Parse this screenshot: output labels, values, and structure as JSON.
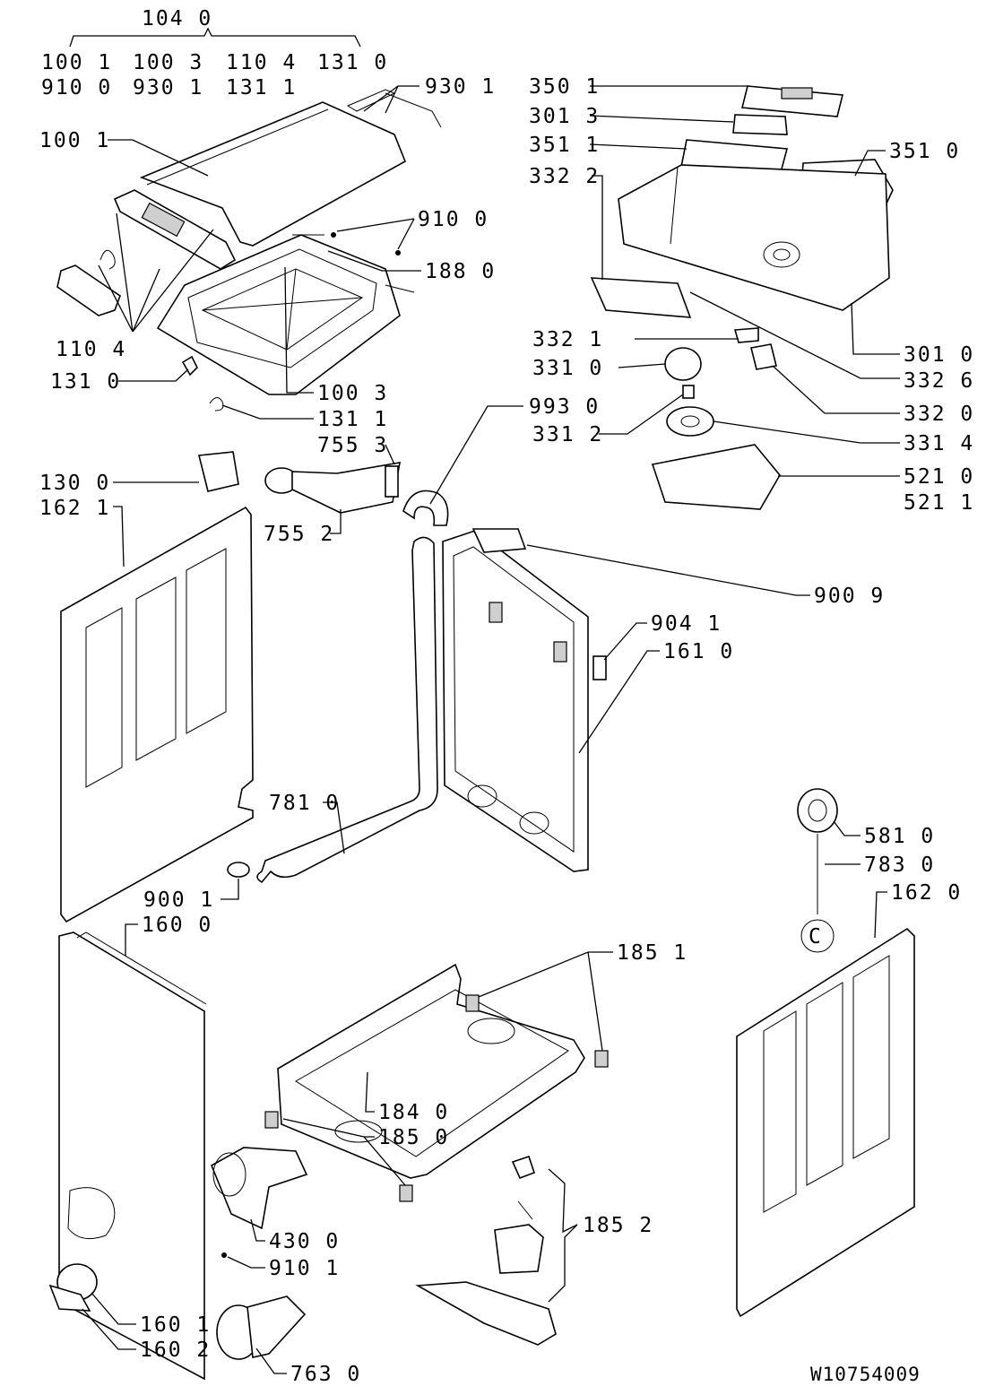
{
  "diagram": {
    "drawing_number": "W10754009",
    "group_label": "104 0",
    "group_members": [
      "100 1",
      "100 3",
      "110 4",
      "131 0",
      "910 0",
      "930 1",
      "131 1"
    ],
    "labels": [
      {
        "id": "l9301",
        "text": "930 1"
      },
      {
        "id": "l1001",
        "text": "100 1"
      },
      {
        "id": "l9100",
        "text": "910 0"
      },
      {
        "id": "l1880",
        "text": "188 0"
      },
      {
        "id": "l1104",
        "text": "110 4"
      },
      {
        "id": "l1310",
        "text": "131 0"
      },
      {
        "id": "l1003",
        "text": "100 3"
      },
      {
        "id": "l1311",
        "text": "131 1"
      },
      {
        "id": "l7553",
        "text": "755 3"
      },
      {
        "id": "l1300",
        "text": "130 0"
      },
      {
        "id": "l1621",
        "text": "162 1"
      },
      {
        "id": "l7552",
        "text": "755 2"
      },
      {
        "id": "l9930",
        "text": "993 0"
      },
      {
        "id": "l3501",
        "text": "350 1"
      },
      {
        "id": "l3013",
        "text": "301 3"
      },
      {
        "id": "l3511",
        "text": "351 1"
      },
      {
        "id": "l3510",
        "text": "351 0"
      },
      {
        "id": "l3322",
        "text": "332 2"
      },
      {
        "id": "l3321",
        "text": "332 1"
      },
      {
        "id": "l3310",
        "text": "331 0"
      },
      {
        "id": "l3312",
        "text": "331 2"
      },
      {
        "id": "l3010",
        "text": "301 0"
      },
      {
        "id": "l3326",
        "text": "332 6"
      },
      {
        "id": "l3320",
        "text": "332 0"
      },
      {
        "id": "l3314",
        "text": "331 4"
      },
      {
        "id": "l5210",
        "text": "521 0"
      },
      {
        "id": "l5211",
        "text": "521 1"
      },
      {
        "id": "l9009",
        "text": "900 9"
      },
      {
        "id": "l9041",
        "text": "904 1"
      },
      {
        "id": "l1610",
        "text": "161 0"
      },
      {
        "id": "l7810",
        "text": "781 0"
      },
      {
        "id": "l9001",
        "text": "900 1"
      },
      {
        "id": "l1600",
        "text": "160 0"
      },
      {
        "id": "l5810",
        "text": "581 0"
      },
      {
        "id": "l7830",
        "text": "783 0"
      },
      {
        "id": "l1620",
        "text": "162 0"
      },
      {
        "id": "l1851",
        "text": "185 1"
      },
      {
        "id": "l1840",
        "text": "184 0"
      },
      {
        "id": "l1850",
        "text": "185 0"
      },
      {
        "id": "l1852",
        "text": "185 2"
      },
      {
        "id": "l4300",
        "text": "430 0"
      },
      {
        "id": "l9101",
        "text": "910 1"
      },
      {
        "id": "l1601",
        "text": "160 1"
      },
      {
        "id": "l1602",
        "text": "160 2"
      },
      {
        "id": "l7630",
        "text": "763 0"
      }
    ],
    "marker_c": "C"
  }
}
